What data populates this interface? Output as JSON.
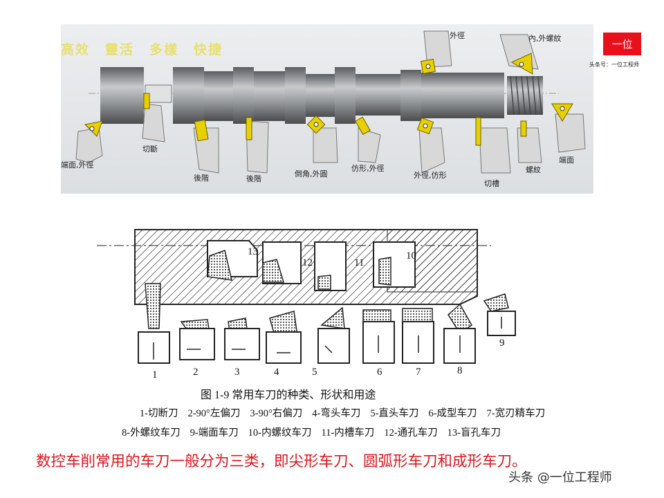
{
  "top_photo": {
    "slogan": [
      "高效",
      "靈活",
      "多樣",
      "快捷"
    ],
    "labels": {
      "face_od": "端面,外徑",
      "cutoff": "切斷",
      "back_turn_1": "後階",
      "back_turn_2": "後階",
      "chamfer": "倒角,外圓",
      "profile_od": "仿形,外徑",
      "od_top": "外徑",
      "od_profile": "外徑,仿形",
      "thread_in_out": "內,外螺紋",
      "grooving": "切槽",
      "thread": "螺紋",
      "face": "端面"
    }
  },
  "logo": {
    "text": "一位",
    "subtitle": "头条号：一位工程师"
  },
  "diagram": {
    "tool_numbers": [
      "1",
      "2",
      "3",
      "4",
      "5",
      "6",
      "7",
      "8",
      "9",
      "10",
      "11",
      "12",
      "13"
    ],
    "caption": "图 1-9   常用车刀的种类、形状和用途",
    "legend_row1": [
      "1-切断刀",
      "2-90°左偏刀",
      "3-90°右偏刀",
      "4-弯头车刀",
      "5-直头车刀",
      "6-成型车刀",
      "7-宽刃精车刀"
    ],
    "legend_row2": [
      "8-外螺纹车刀",
      "9-端面车刀",
      "10-内螺纹车刀",
      "11-内槽车刀",
      "12-通孔车刀",
      "13-盲孔车刀"
    ]
  },
  "summary": "数控车削常用的车刀一般分为三类，即尖形车刀、圆弧形车刀和成形车刀。",
  "footer": "头条 @一位工程师",
  "colors": {
    "accent_red": "#e0141c",
    "insert_yellow": "#e8d000"
  }
}
